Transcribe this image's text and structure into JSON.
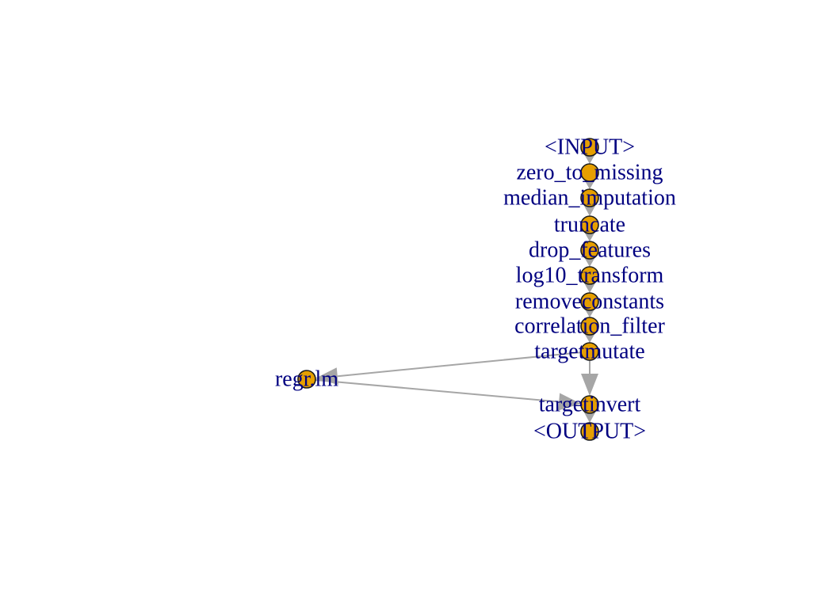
{
  "graph": {
    "node_color": "#E69F00",
    "node_border_color": "#1a1a1a",
    "edge_color": "#a6a6a6",
    "label_color": "#000080",
    "nodes": [
      {
        "id": "input",
        "label": "<INPUT>"
      },
      {
        "id": "zero_to_missing",
        "label": "zero_to_missing"
      },
      {
        "id": "median_imputation",
        "label": "median_imputation"
      },
      {
        "id": "truncate",
        "label": "truncate"
      },
      {
        "id": "drop_features",
        "label": "drop_features"
      },
      {
        "id": "log10_transform",
        "label": "log10_transform"
      },
      {
        "id": "removeconstants",
        "label": "removeconstants"
      },
      {
        "id": "correlation_filter",
        "label": "correlation_filter"
      },
      {
        "id": "targetmutate",
        "label": "targetmutate"
      },
      {
        "id": "regr_lm",
        "label": "regr.lm"
      },
      {
        "id": "targetinvert",
        "label": "targetinvert"
      },
      {
        "id": "output",
        "label": "<OUTPUT>"
      }
    ],
    "edges": [
      {
        "from": "input",
        "to": "zero_to_missing"
      },
      {
        "from": "zero_to_missing",
        "to": "median_imputation"
      },
      {
        "from": "median_imputation",
        "to": "truncate"
      },
      {
        "from": "truncate",
        "to": "drop_features"
      },
      {
        "from": "drop_features",
        "to": "log10_transform"
      },
      {
        "from": "log10_transform",
        "to": "removeconstants"
      },
      {
        "from": "removeconstants",
        "to": "correlation_filter"
      },
      {
        "from": "correlation_filter",
        "to": "targetmutate"
      },
      {
        "from": "targetmutate",
        "to": "regr_lm"
      },
      {
        "from": "targetmutate",
        "to": "targetinvert"
      },
      {
        "from": "regr_lm",
        "to": "targetinvert"
      },
      {
        "from": "targetinvert",
        "to": "output"
      }
    ]
  }
}
